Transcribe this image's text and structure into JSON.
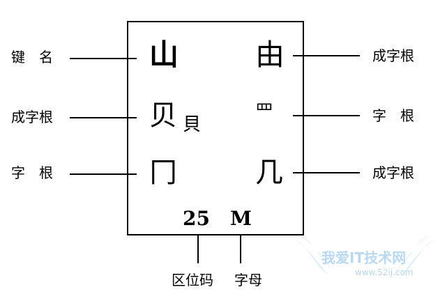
{
  "keycap": {
    "key_name": "山",
    "roots": {
      "top_right": "由",
      "middle_left": "贝",
      "middle_left_small": "貝",
      "middle_right": "罒",
      "bottom_left": "冂",
      "bottom_right": "几"
    },
    "zone_code": "25",
    "letter": "M"
  },
  "labels": {
    "left_top": "键　名",
    "left_middle": "成字根",
    "left_bottom": "字　根",
    "right_top": "成字根",
    "right_middle": "字　根",
    "right_bottom": "成字根",
    "bottom_zone": "区位码",
    "bottom_letter": "字母"
  },
  "watermark": {
    "text": "我爱IT技术网",
    "url": "www.52ij.com"
  },
  "colors": {
    "ink": "#000000",
    "watermark": "#b9d8f0"
  }
}
